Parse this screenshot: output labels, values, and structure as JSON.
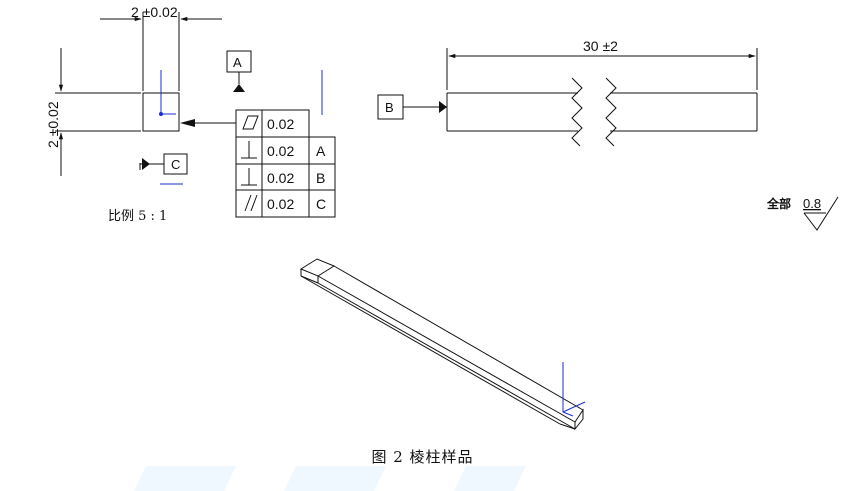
{
  "dims": {
    "section_width": "2 ±0.02",
    "section_height": "2 ±0.02",
    "length": "30 ±2"
  },
  "datums": {
    "a": "A",
    "b": "B",
    "c": "C"
  },
  "tolerance_frame": {
    "rows": [
      {
        "symbol": "flatness",
        "value": "0.02",
        "datum": ""
      },
      {
        "symbol": "perpendicularity",
        "value": "0.02",
        "datum": "A"
      },
      {
        "symbol": "perpendicularity",
        "value": "0.02",
        "datum": "B"
      },
      {
        "symbol": "parallelism",
        "value": "0.02",
        "datum": "C"
      }
    ]
  },
  "scale_label": "比例 5 : 1",
  "surface_finish": {
    "prefix": "全部",
    "value": "0.8"
  },
  "caption": "图 2 棱柱样品",
  "colors": {
    "axis_blue": "#1a2fd6",
    "line": "#111111"
  }
}
